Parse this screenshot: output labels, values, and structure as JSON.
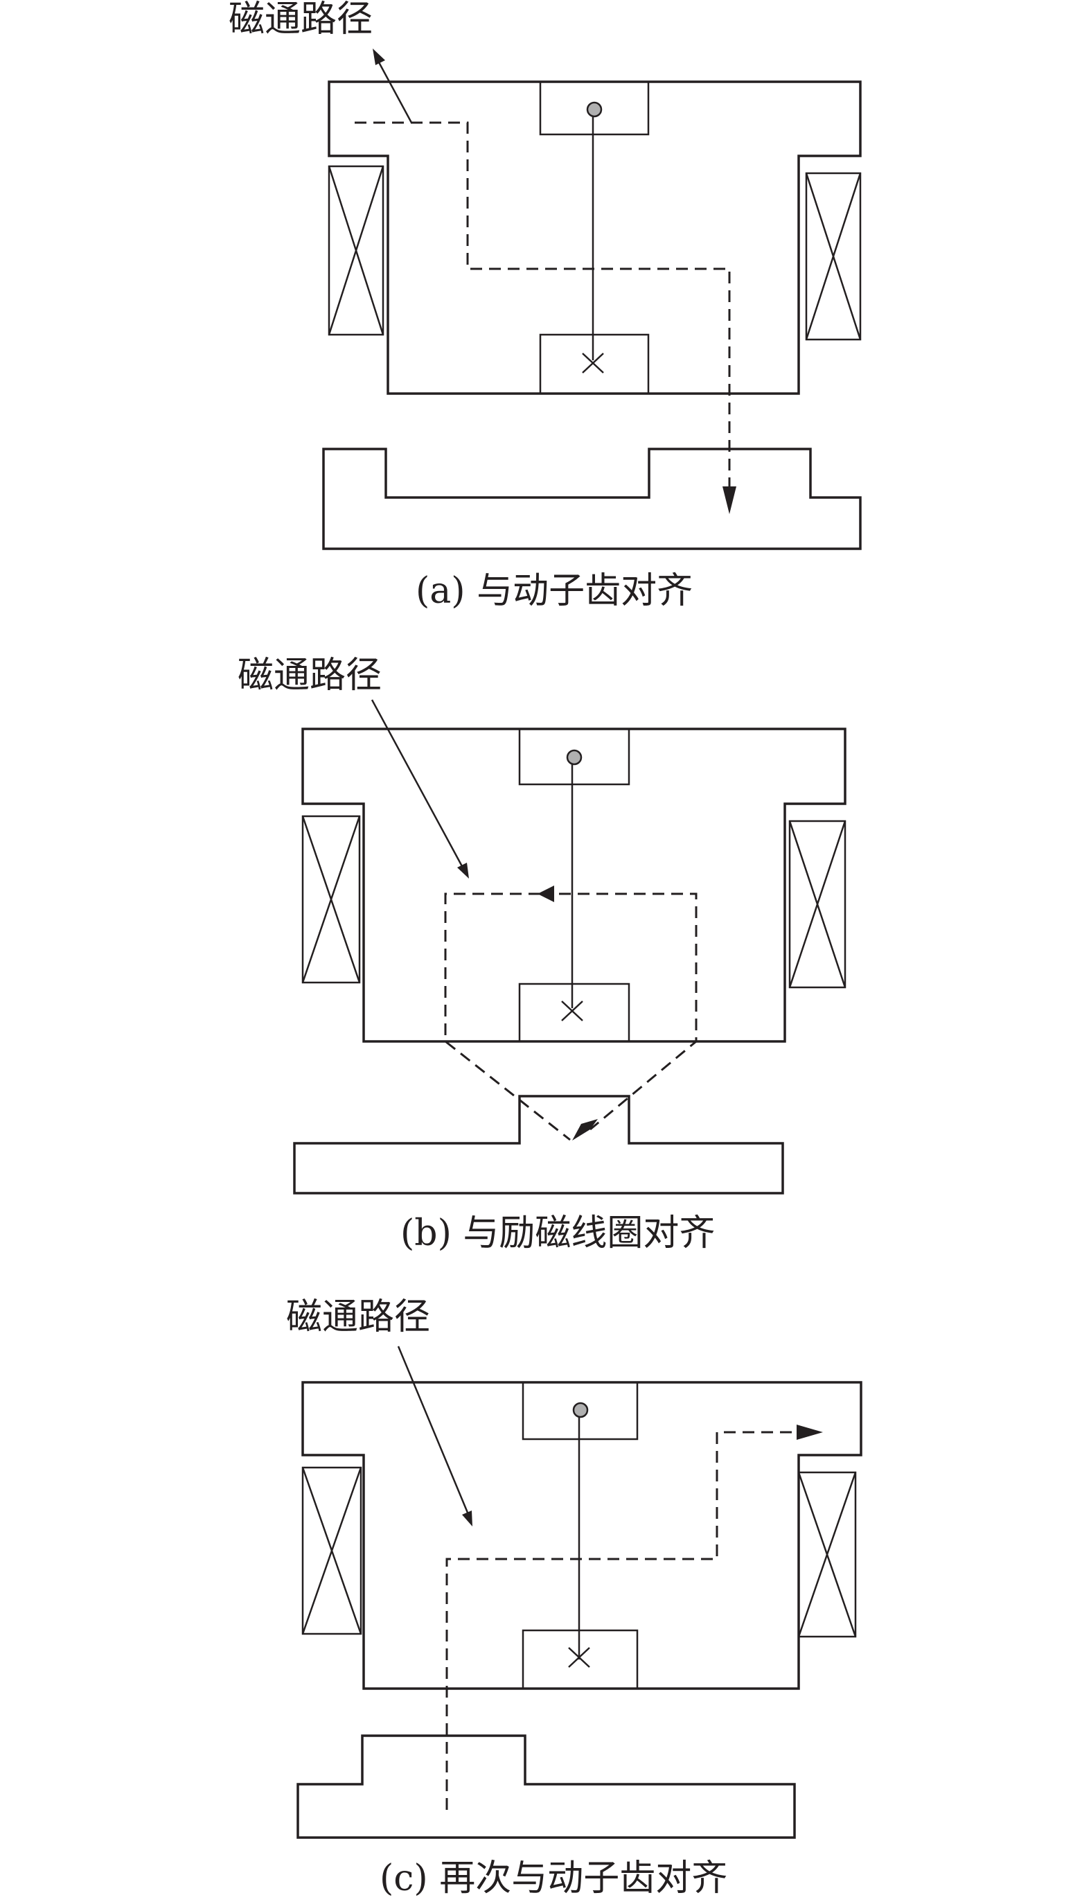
{
  "panels": [
    {
      "flux_label": "磁通路径",
      "caption": "(a) 与动子齿对齐"
    },
    {
      "flux_label": "磁通路径",
      "caption": "(b) 与励磁线圈对齐"
    },
    {
      "flux_label": "磁通路径",
      "caption": "(c) 再次与动子齿对齐"
    }
  ]
}
